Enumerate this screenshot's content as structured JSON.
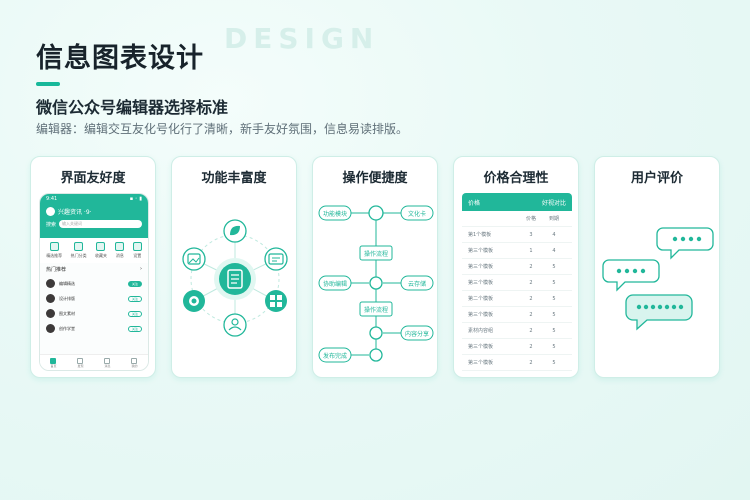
{
  "watermark": "DESIGN",
  "title": "信息图表设计",
  "subtitle": "微信公众号编辑器选择标准",
  "description": "编辑器：编辑交互友化号化行了清晰，新手友好氛围，信息易读排版。",
  "cards": [
    {
      "title": "界面友好度"
    },
    {
      "title": "功能丰富度"
    },
    {
      "title": "操作便捷度"
    },
    {
      "title": "价格合理性"
    },
    {
      "title": "用户评价"
    }
  ],
  "phone": {
    "status_time": "9:41",
    "status_icons": "▪ ◦ ▮",
    "app_name": "兴趣资讯 ·9·",
    "search_tag": "搜索",
    "search_placeholder": "输入关键词",
    "grid": [
      "精选推荐",
      "热门分类",
      "收藏夹",
      "消息",
      "设置"
    ],
    "section_title": "热门推荐",
    "section_more": "›",
    "rows": [
      {
        "name": "编辑精选",
        "btn": "关注",
        "filled": true
      },
      {
        "name": "设计排版",
        "btn": "关注",
        "filled": false
      },
      {
        "name": "图文素材",
        "btn": "关注",
        "filled": false
      },
      {
        "name": "创作学堂",
        "btn": "关注",
        "filled": false
      }
    ],
    "nav": [
      "首页",
      "发现",
      "消息",
      "我的"
    ]
  },
  "flow": {
    "left": [
      "功能模块",
      "协助编辑",
      "发布完成"
    ],
    "center": [
      "操作流程",
      "操作流程"
    ],
    "right": [
      "文化卡",
      "云存储",
      "内容分享"
    ]
  },
  "table": {
    "headers": [
      "价格",
      "好视对比"
    ],
    "sub_headers": [
      "",
      "价格",
      "到期"
    ],
    "rows": [
      [
        "第1个模板",
        "3",
        "4"
      ],
      [
        "第三个模板",
        "1",
        "4"
      ],
      [
        "第三个模板",
        "2",
        "5"
      ],
      [
        "第三个模板",
        "2",
        "5"
      ],
      [
        "第二个模板",
        "2",
        "5"
      ],
      [
        "第三个模板",
        "2",
        "5"
      ],
      [
        "素材内容组",
        "2",
        "5"
      ],
      [
        "第三个模板",
        "2",
        "5"
      ],
      [
        "第三个模板",
        "2",
        "5"
      ]
    ]
  },
  "colors": {
    "accent": "#21b79a",
    "background": "#e9f9f6",
    "card_border": "#cfeee7"
  }
}
